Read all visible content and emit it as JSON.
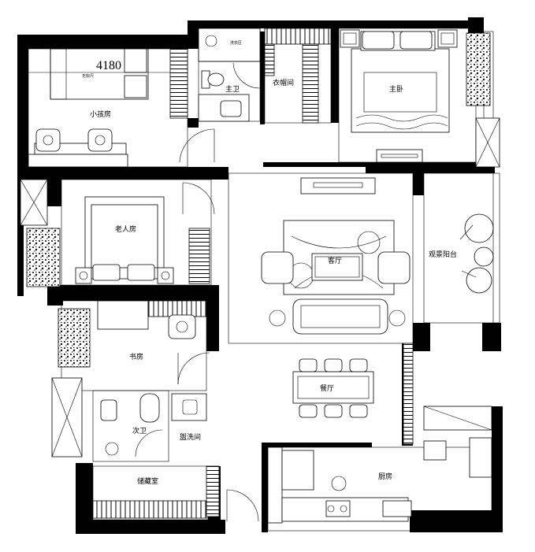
{
  "plan": {
    "dimension_text": "4180",
    "dimension_note": "无标尺",
    "rooms": {
      "bathroom_top_small": "洗衣区",
      "master_bath": "主卫",
      "cloakroom": "衣帽间",
      "master_bedroom": "主卧",
      "small_bedroom": "小孩房",
      "elder_room": "老人房",
      "living_room": "客厅",
      "balcony": "观景阳台",
      "study": "书房",
      "dining": "餐厅",
      "guest_bath": "次卫",
      "laundry": "盥洗间",
      "storage": "储藏室",
      "kitchen": "厨房"
    }
  }
}
